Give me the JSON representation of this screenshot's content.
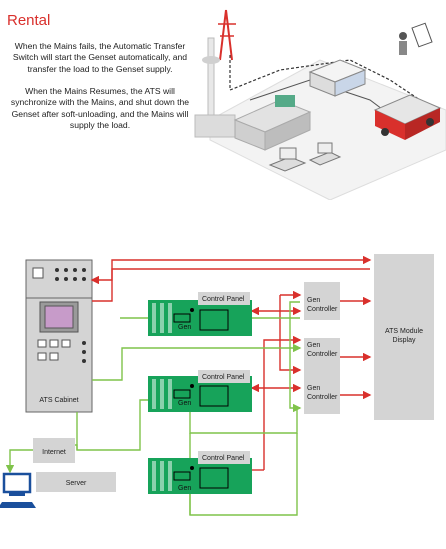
{
  "header": {
    "title": "Rental"
  },
  "intro": {
    "mains_fail": "When the Mains fails, the Automatic Transfer Switch will start the Genset automatically, and transfer the load to the Genset supply.",
    "mains_resumes": "When the Mains Resumes, the ATS will synchronize with the Mains, and shut down the Genset after soft-unloading, and the Mains will supply the load."
  },
  "diagram": {
    "ats_cabinet": "ATS Cabinet",
    "control_panel": "Control Panel",
    "gen": "Gen",
    "gen_controller_line1": "Gen",
    "gen_controller_line2": "Controller",
    "ats_module_line1": "ATS Module",
    "ats_module_line2": "Display",
    "internet": "Internet",
    "server": "Server"
  },
  "colors": {
    "accent_red": "#d9302c",
    "genset_green": "#17a35a",
    "link_green": "#7fc34a",
    "panel_gray": "#d4d4d4"
  }
}
